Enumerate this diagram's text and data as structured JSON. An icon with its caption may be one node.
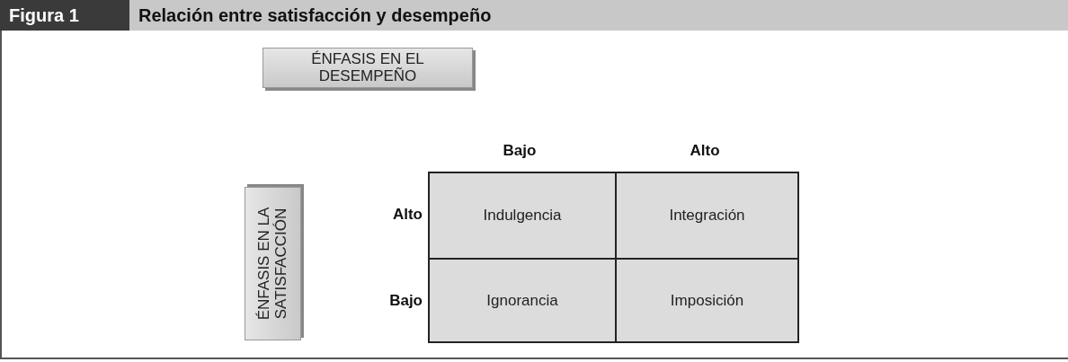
{
  "diagram": {
    "title": "Relación entre satisfacción y desempeño",
    "nodes": [
      {
        "text": [
          "ÉNFASIS EN EL DESEMPEÑO"
        ]
      },
      {
        "text": [
          "ÉNFASIS EN LA SATISFACCIÓN"
        ]
      },
      {
        "text": [
          "Indulgencia"
        ]
      },
      {
        "text": [
          "Integración"
        ]
      },
      {
        "text": [
          "Ignorancia"
        ]
      },
      {
        "text": [
          "Imposición"
        ]
      }
    ],
    "labels": [
      "Figura 1",
      "Bajo",
      "Alto",
      "Alto",
      "Bajo"
    ]
  }
}
